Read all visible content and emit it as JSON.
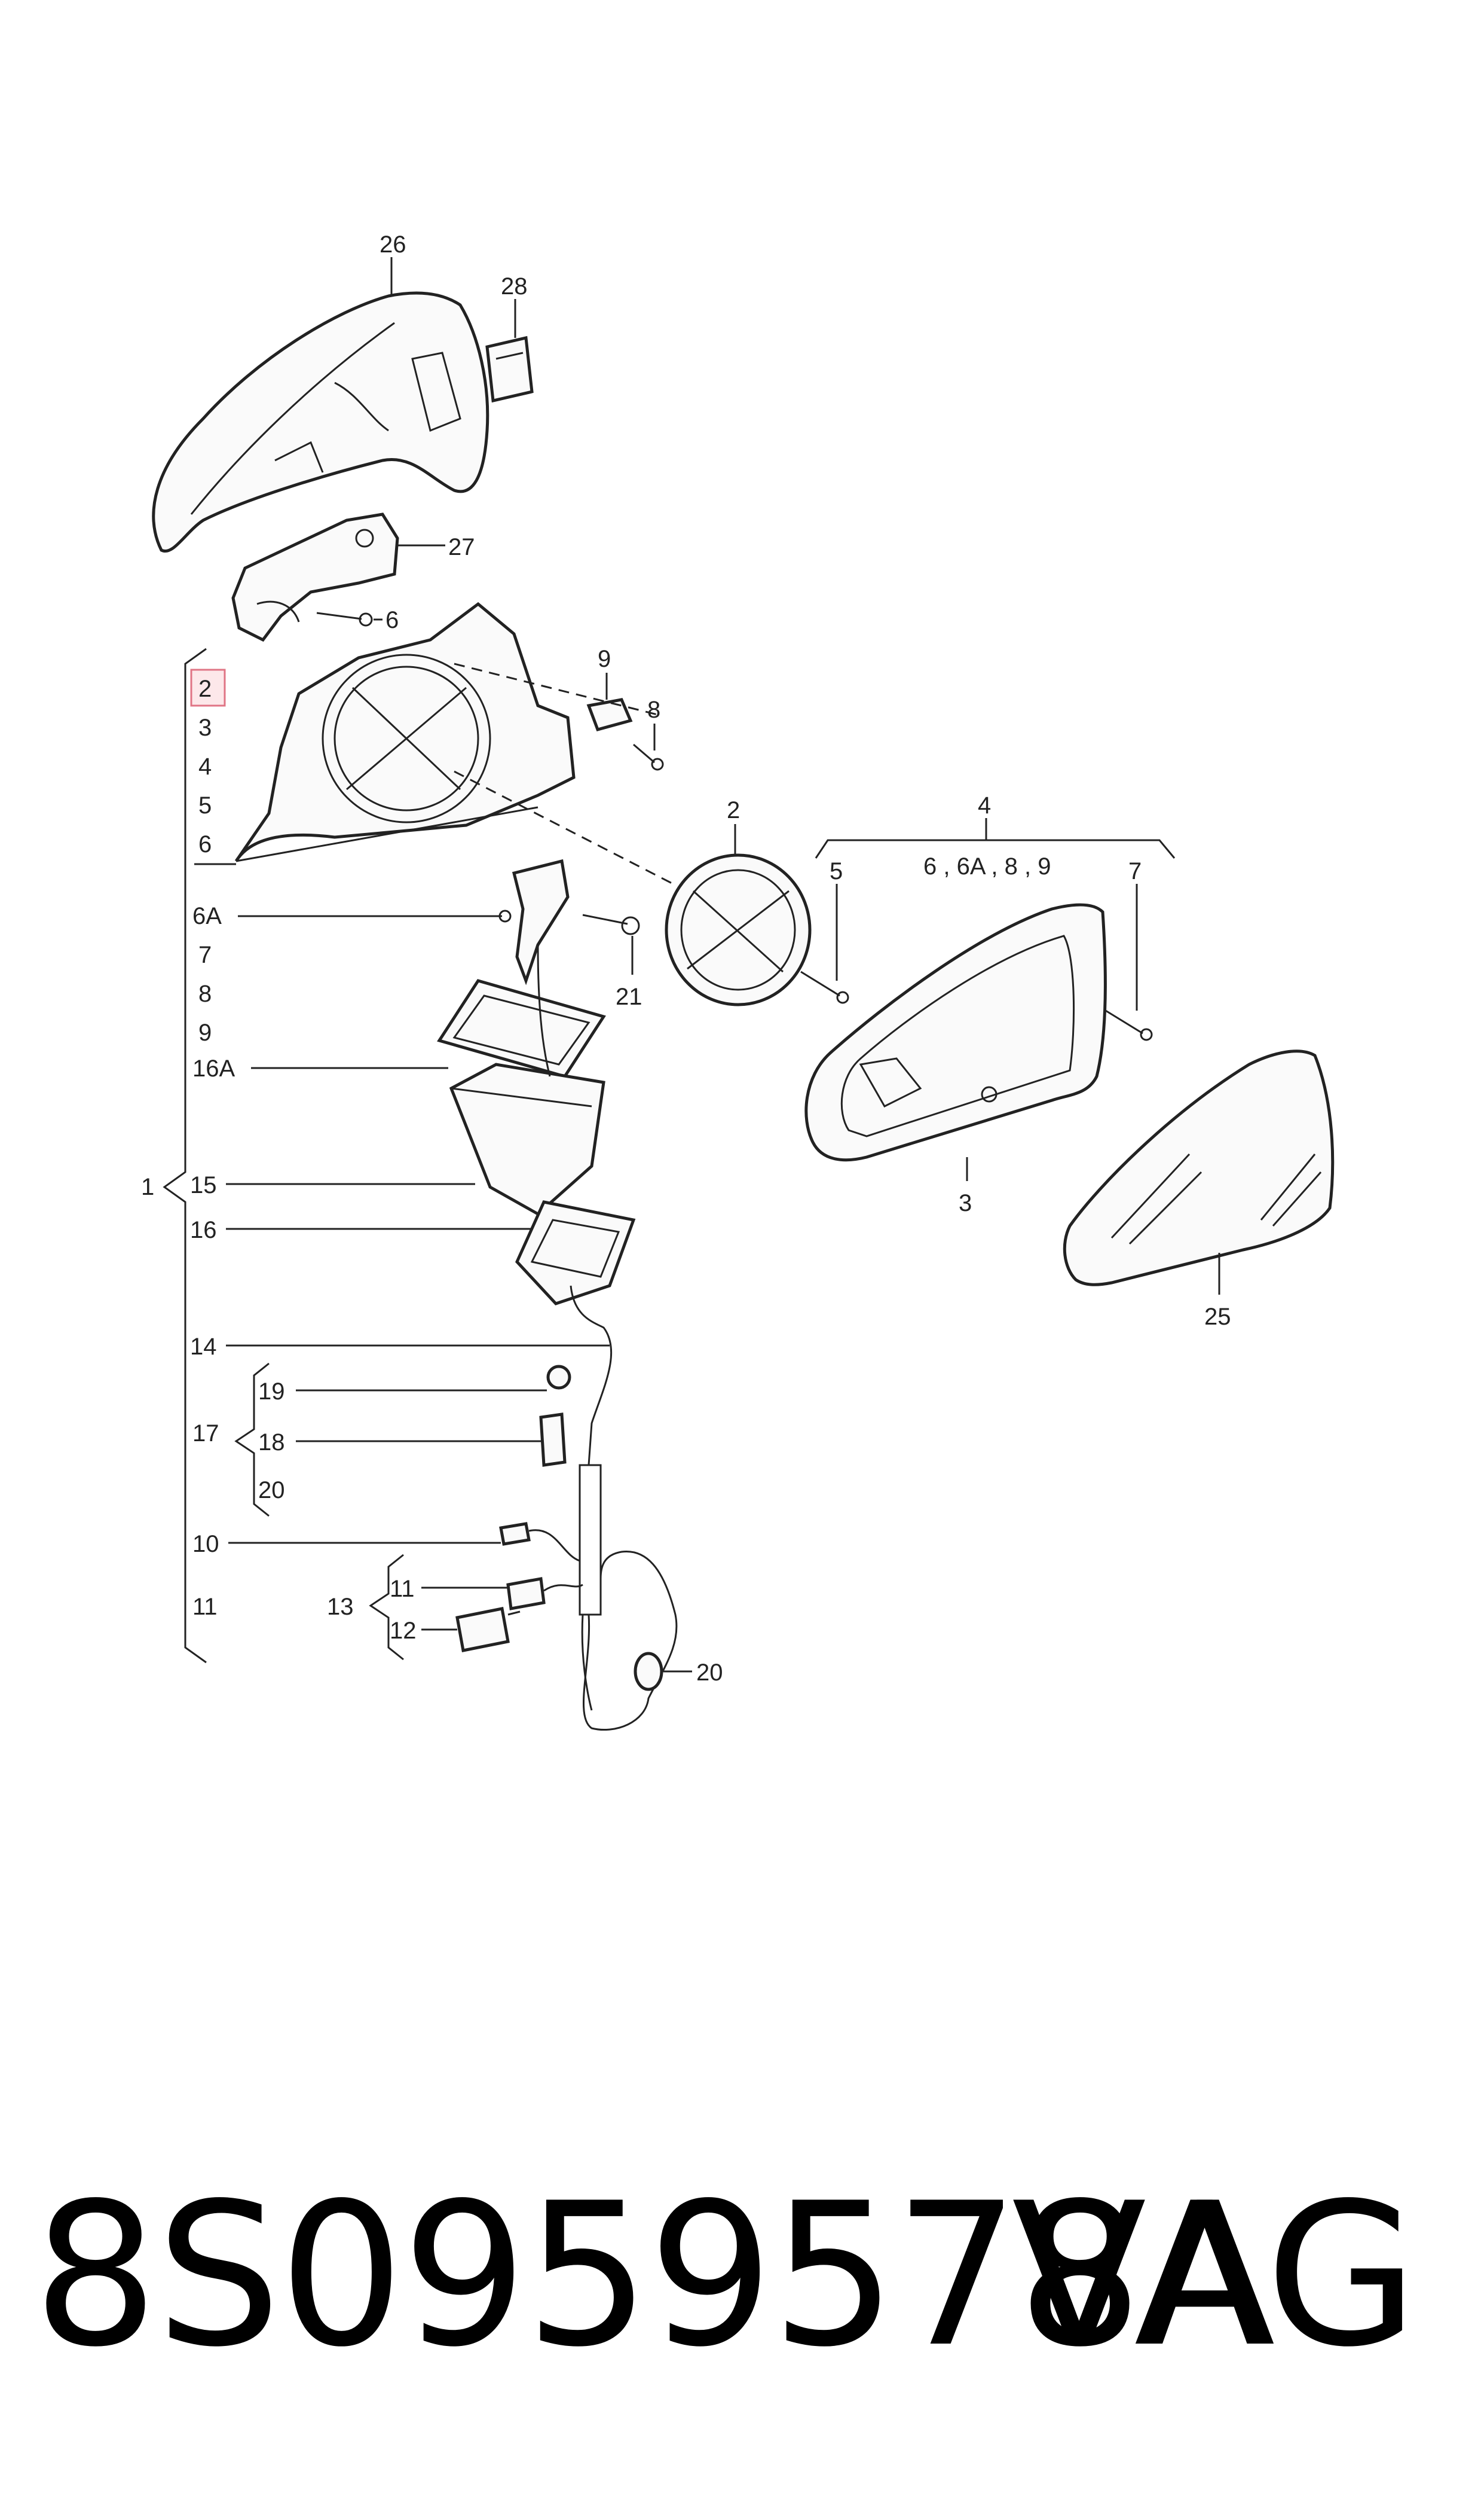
{
  "diagram": {
    "callouts": {
      "c26": "26",
      "c28": "28",
      "c27": "27",
      "c6top": "6",
      "c9": "9",
      "c8": "8",
      "c2": "2",
      "c4": "4",
      "c4sub": "6 , 6A , 8 , 9",
      "c5": "5",
      "c7": "7",
      "c3": "3",
      "c25": "25",
      "c21": "21",
      "c20b": "20"
    },
    "left_list": {
      "group1": "1",
      "items": [
        "2",
        "3",
        "4",
        "5",
        "6",
        "6A",
        "7",
        "8",
        "9",
        "16A",
        "15",
        "16",
        "14",
        "10",
        "11"
      ],
      "group17": {
        "label": "17",
        "items": [
          "19",
          "18",
          "20"
        ]
      },
      "group13": {
        "label": "13",
        "items": [
          "11",
          "12"
        ]
      }
    }
  },
  "footer": {
    "part_number": "8S0959578A",
    "brand": "VAG"
  }
}
